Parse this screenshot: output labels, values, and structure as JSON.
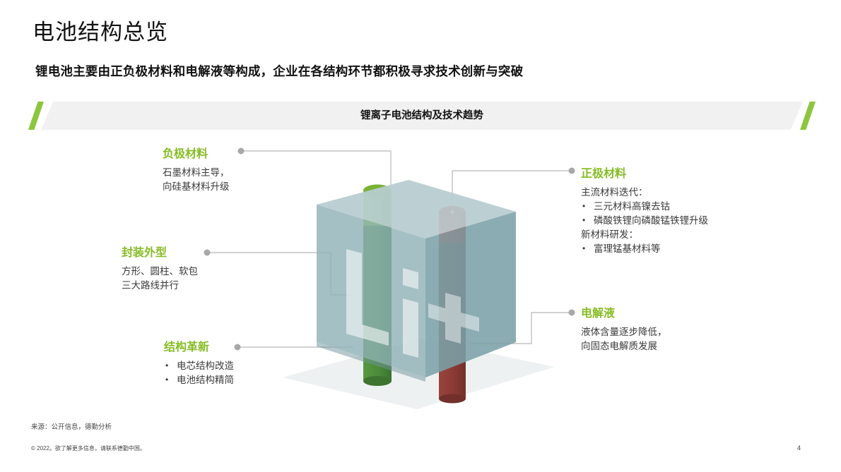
{
  "slide": {
    "title": "电池结构总览",
    "subtitle": "锂电池主要由正负极材料和电解液等构成，企业在各结构环节都积极寻求技术创新与突破",
    "page_number": "4"
  },
  "banner": {
    "title": "锂离子电池结构及技术趋势",
    "background_color": "#f1f1f1",
    "accent_color": "#8cc63e"
  },
  "callouts": {
    "anode": {
      "heading": "负极材料",
      "lines": [
        "石墨材料主导，",
        "向硅基材料升级"
      ]
    },
    "package": {
      "heading": "封装外型",
      "lines": [
        "方形、圆柱、软包",
        "三大路线并行"
      ]
    },
    "structure": {
      "heading": "结构革新",
      "bullets": [
        "电芯结构改造",
        "电池结构精简"
      ]
    },
    "cathode": {
      "heading": "正极材料",
      "intro_1": "主流材料迭代：",
      "bullets_1": [
        "三元材料高镍去钴",
        "磷酸铁锂向磷酸锰铁锂升级"
      ],
      "intro_2": "新材料研发：",
      "bullets_2": [
        "富理锰基材料等"
      ]
    },
    "electrolyte": {
      "heading": "电解液",
      "lines": [
        "液体含量逐步降低，",
        "向固态电解质发展"
      ]
    }
  },
  "illustration": {
    "inner_label": "Li",
    "anode_symbol": "−",
    "cathode_symbol": "+",
    "box_front_color": "#8fb0b5",
    "box_top_color": "#b7ccd1",
    "box_side_color": "#7ba0a7",
    "anode_cap_color": "#8cc63e",
    "anode_body_color": "#4a8b3a",
    "cathode_cap_color": "#e02019",
    "cathode_body_color": "#8b3a35",
    "base_color": "#eef1f1"
  },
  "footer": {
    "source": "来源：公开信息，德勤分析",
    "copyright": "© 2022。欲了解更多信息，请联系德勤中国。"
  }
}
